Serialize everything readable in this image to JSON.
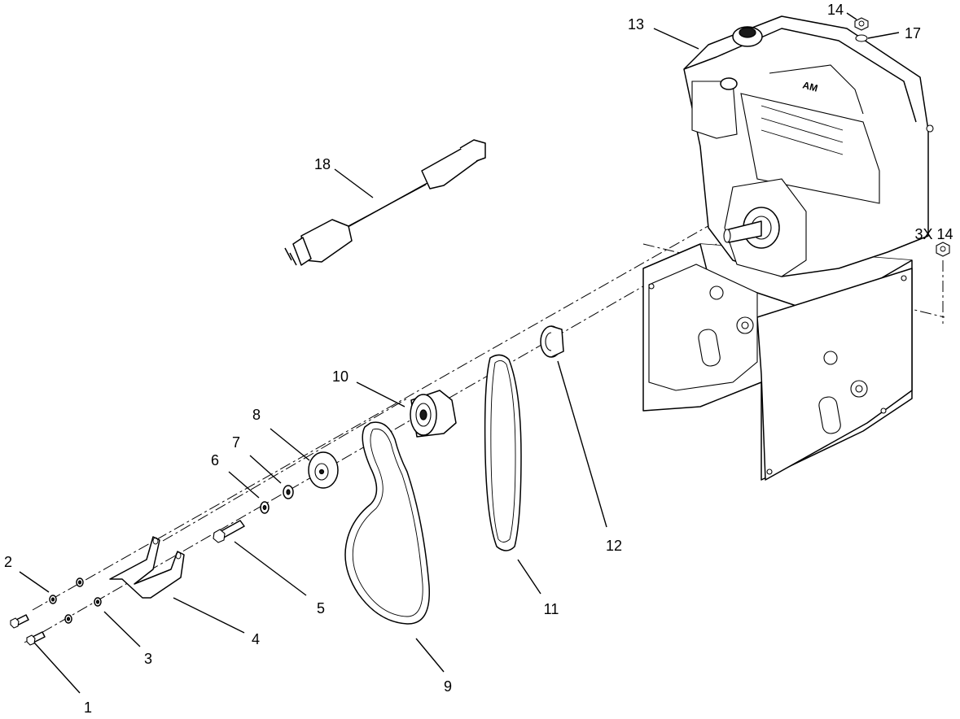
{
  "diagram": {
    "callouts": [
      {
        "id": "c1",
        "text": "1"
      },
      {
        "id": "c2",
        "text": "2"
      },
      {
        "id": "c3",
        "text": "3"
      },
      {
        "id": "c4",
        "text": "4"
      },
      {
        "id": "c5",
        "text": "5"
      },
      {
        "id": "c6",
        "text": "6"
      },
      {
        "id": "c7",
        "text": "7"
      },
      {
        "id": "c8",
        "text": "8"
      },
      {
        "id": "c9",
        "text": "9"
      },
      {
        "id": "c10",
        "text": "10"
      },
      {
        "id": "c11",
        "text": "11"
      },
      {
        "id": "c12",
        "text": "12"
      },
      {
        "id": "c13",
        "text": "13"
      },
      {
        "id": "c14a",
        "text": "14"
      },
      {
        "id": "c14b",
        "text": "3X 14"
      },
      {
        "id": "c17",
        "text": "17"
      },
      {
        "id": "c18",
        "text": "18"
      }
    ],
    "engine_label": "AM"
  }
}
